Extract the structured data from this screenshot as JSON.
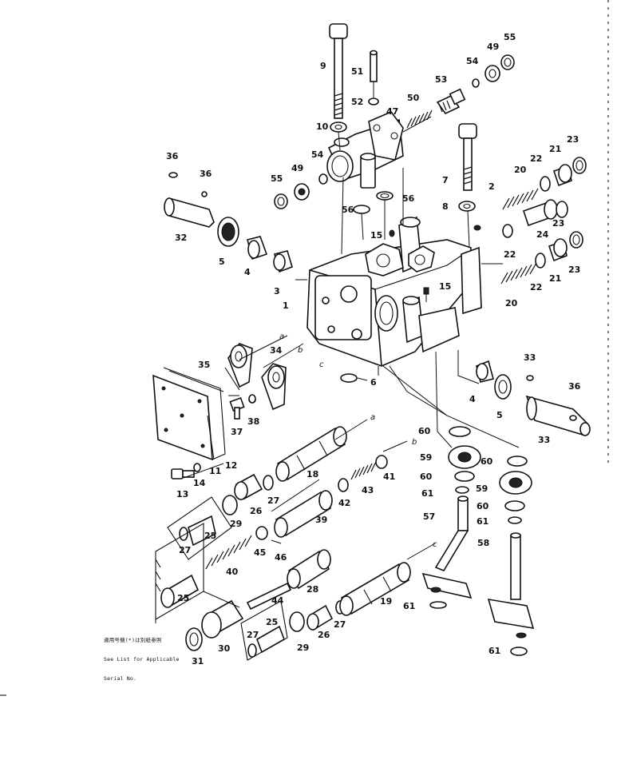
{
  "diagram": {
    "note_lines": [
      "適用号機(*)は別紙参照",
      "See List for Applicable",
      "Serial No."
    ],
    "part_numbers": {
      "n9": "9",
      "n51": "51",
      "n52": "52",
      "n10": "10",
      "n47": "47",
      "n50": "50",
      "n53": "53",
      "n54a": "54",
      "n49a": "49",
      "n55a": "55",
      "n36a": "36",
      "n36b": "36",
      "n32": "32",
      "n5a": "5",
      "n4a": "4",
      "n55b": "55",
      "n49b": "49",
      "n54b": "54",
      "n56a": "56",
      "n56b": "56",
      "n15a": "15",
      "n3": "3",
      "n7": "7",
      "n8": "8",
      "n2": "2",
      "n20a": "20",
      "n22a": "22",
      "n21a": "21",
      "n23a": "23",
      "n23b": "23",
      "n24": "24",
      "n22b": "22",
      "n22c": "22",
      "n21b": "21",
      "n23c": "23",
      "n20b": "20",
      "n15b": "15",
      "n1": "1",
      "n35": "35",
      "n34": "34",
      "n6": "6",
      "n33a": "33",
      "n36c": "36",
      "n4b": "4",
      "n5b": "5",
      "n33b": "33",
      "n38": "38",
      "n37": "37",
      "n11": "11",
      "n12": "12",
      "n13": "13",
      "n14": "14",
      "n60a": "60",
      "n59a": "59",
      "n60b": "60",
      "n60c": "60",
      "n61a": "61",
      "n59b": "59",
      "n60d": "60",
      "n61b": "61",
      "n57": "57",
      "n58": "58",
      "n18": "18",
      "n41": "41",
      "n43": "43",
      "n42": "42",
      "n26a": "26",
      "n27a": "27",
      "n25a": "25",
      "n29a": "29",
      "n27b": "27",
      "n39": "39",
      "n45": "45",
      "n46": "46",
      "n40": "40",
      "n25b": "25",
      "n44": "44",
      "n28": "28",
      "n19": "19",
      "n61c": "61",
      "n31": "31",
      "n30": "30",
      "n27c": "27",
      "n25c": "25",
      "n29b": "29",
      "n26b": "26",
      "n27d": "27",
      "n61d": "61"
    },
    "ref_letters": {
      "a1": "a",
      "b1": "b",
      "c1": "c",
      "a2": "a",
      "b2": "b",
      "c2": "c"
    }
  }
}
